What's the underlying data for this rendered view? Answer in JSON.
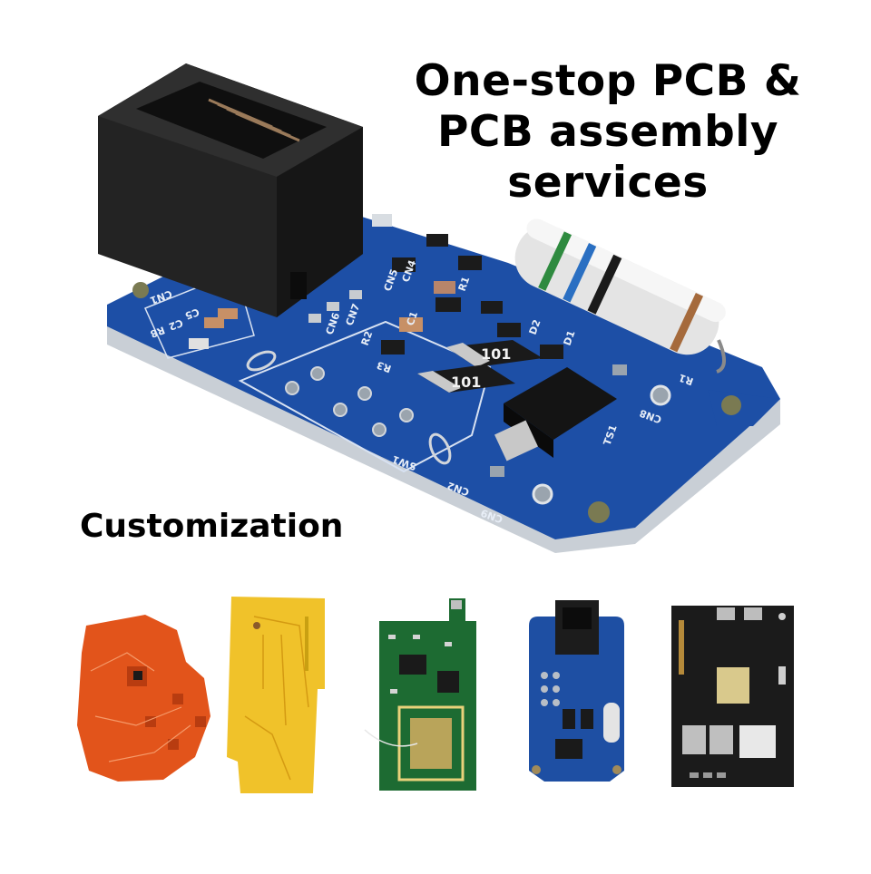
{
  "headline": {
    "line1": "One-stop PCB &",
    "line2": "PCB assembly",
    "line3": "services"
  },
  "customization_label": "Customization",
  "main_board": {
    "silkscreen": [
      "CN1",
      "C5",
      "C2",
      "R8",
      "CN7",
      "CN6",
      "CN5",
      "CN4",
      "R2",
      "R3",
      "R1",
      "C1",
      "D1",
      "D2",
      "SW1",
      "CN2",
      "CN9",
      "CN8",
      "TS1",
      "R1"
    ],
    "resistor_markings": [
      "101",
      "101"
    ],
    "colors": {
      "board": "#1d4fa6",
      "board_dark": "#123a80",
      "connector": "#1e1e1e",
      "resistor_body": "#e6e6e6"
    }
  },
  "sample_boards": [
    {
      "color": "#e2541b",
      "label": "orange-flex-pcb"
    },
    {
      "color": "#f0c22a",
      "label": "yellow-flex-pcb"
    },
    {
      "color": "#1d6b32",
      "label": "green-pcb"
    },
    {
      "color": "#1e4fa3",
      "label": "blue-pcb"
    },
    {
      "color": "#1b1b1b",
      "label": "black-pcb"
    }
  ]
}
